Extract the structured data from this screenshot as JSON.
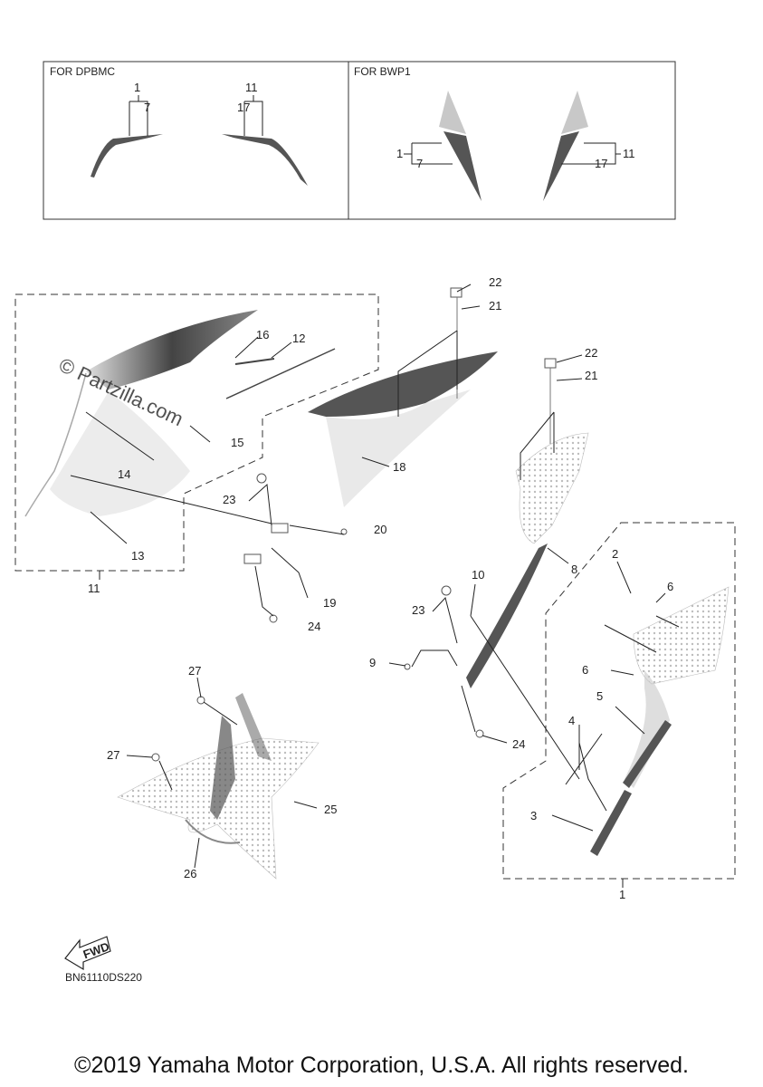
{
  "inset_boxes": [
    {
      "title": "FOR DPBMC",
      "labels": [
        "1",
        "7",
        "11",
        "17"
      ]
    },
    {
      "title": "FOR BWP1",
      "labels": [
        "1",
        "7",
        "17",
        "11"
      ]
    }
  ],
  "callouts": [
    "22",
    "21",
    "16",
    "12",
    "15",
    "14",
    "18",
    "23",
    "20",
    "13",
    "19",
    "24",
    "11",
    "22",
    "21",
    "8",
    "2",
    "6",
    "10",
    "23",
    "9",
    "6",
    "5",
    "4",
    "24",
    "3",
    "1",
    "27",
    "27",
    "25",
    "26"
  ],
  "fwd_label": "FWD",
  "diagram_code": "BN61110DS220",
  "watermark": "© Partzilla.com",
  "copyright": "©2019 Yamaha Motor Corporation, U.S.A. All rights reserved."
}
